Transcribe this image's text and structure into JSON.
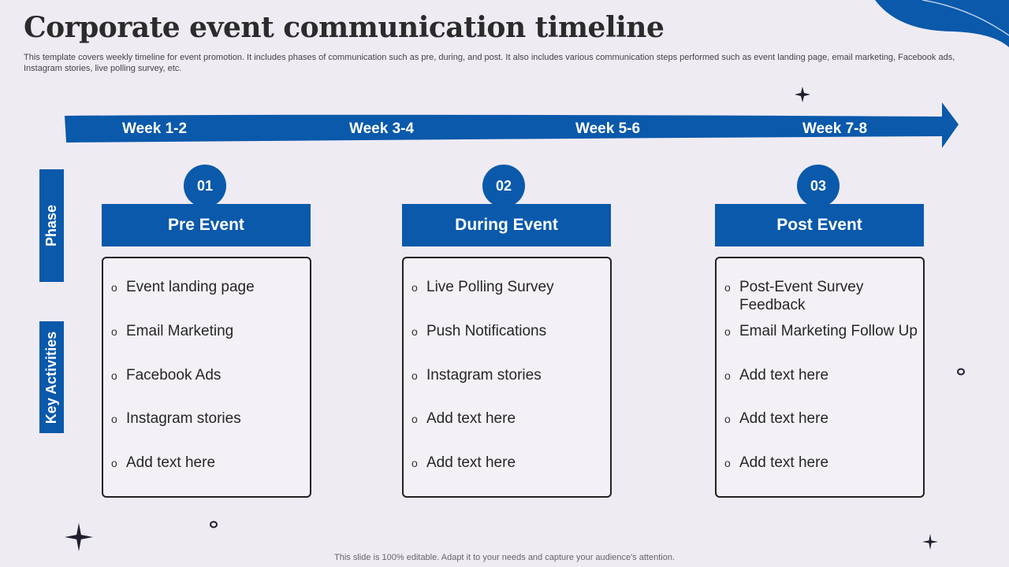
{
  "title": "Corporate event communication timeline",
  "subtitle": "This template covers weekly timeline for event promotion. It includes phases of communication such as pre, during, and post. It also includes various communication steps performed such as event landing page, email marketing, Facebook ads, Instagram stories, live polling survey, etc.",
  "weeks": [
    "Week 1-2",
    "Week 3-4",
    "Week 5-6",
    "Week 7-8"
  ],
  "side_labels": {
    "phase": "Phase",
    "activities": "Key Activities"
  },
  "phases": [
    {
      "number": "01",
      "name": "Pre Event",
      "items": [
        "Event landing page",
        "Email Marketing",
        "Facebook Ads",
        "Instagram stories",
        "Add text here"
      ]
    },
    {
      "number": "02",
      "name": "During Event",
      "items": [
        "Live Polling Survey",
        "Push Notifications",
        "Instagram stories",
        "Add text here",
        "Add text here"
      ]
    },
    {
      "number": "03",
      "name": "Post Event",
      "items": [
        "Post-Event Survey Feedback",
        "Email Marketing Follow Up",
        "Add text here",
        "Add text here",
        "Add text here"
      ]
    }
  ],
  "bullet_glyph": "o",
  "footer": "This slide is 100% editable. Adapt it to your needs and capture your audience's attention.",
  "colors": {
    "accent": "#0a59ab",
    "background": "#efebf3",
    "border": "#222222"
  }
}
